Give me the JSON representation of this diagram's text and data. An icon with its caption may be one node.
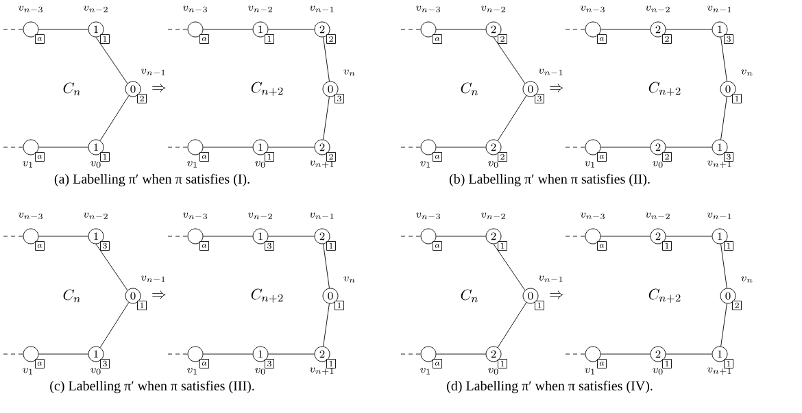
{
  "diagram": {
    "nodes": [
      {
        "text": [],
        "shape": "circle",
        "beside": [
          "v_{n-3}"
        ]
      },
      {
        "text": [
          "a"
        ]
      },
      {
        "text": [
          "1"
        ],
        "beside": [
          "v_{n-2}"
        ]
      },
      {
        "text": [
          "1"
        ]
      },
      {
        "text": [
          "0"
        ],
        "beside": [
          "v_{n-1}"
        ]
      },
      {
        "text": [
          "2"
        ]
      },
      {
        "text": [],
        "shape": "circle",
        "beside": [
          "v_1"
        ]
      },
      {
        "text": [
          "a"
        ]
      },
      {
        "text": [
          "1"
        ],
        "beside": [
          "v_0"
        ]
      },
      {
        "text": [
          "1"
        ]
      },
      {
        "text": [],
        "shape": "circle",
        "beside": [
          "v_{n-3}"
        ]
      },
      {
        "text": [
          "a"
        ]
      },
      {
        "text": [
          "1"
        ],
        "beside": [
          "v_{n-2}"
        ]
      },
      {
        "text": [
          "1"
        ]
      },
      {
        "text": [
          "2"
        ],
        "beside": [
          "v_{n-1}"
        ]
      },
      {
        "text": [
          "2"
        ]
      },
      {
        "text": [
          "0"
        ],
        "beside": [
          "v_n"
        ]
      },
      {
        "text": [
          "3"
        ]
      },
      {
        "text": [],
        "shape": "circle",
        "beside": [
          "v_1"
        ]
      },
      {
        "text": [
          "a"
        ]
      },
      {
        "text": [
          "1"
        ],
        "beside": [
          "v_0"
        ]
      },
      {
        "text": [
          "1"
        ]
      },
      {
        "text": [
          "2"
        ],
        "beside": [
          "v_{n+1}"
        ]
      },
      {
        "text": [
          "2"
        ]
      },
      {
        "text": [],
        "shape": "circle",
        "beside": [
          "v_{n-3}"
        ]
      },
      {
        "text": [
          "a"
        ]
      },
      {
        "text": [
          "2"
        ],
        "beside": [
          "v_{n-2}"
        ]
      },
      {
        "text": [
          "2"
        ]
      },
      {
        "text": [
          "0"
        ],
        "beside": [
          "v_{n-1}"
        ]
      },
      {
        "text": [
          "3"
        ]
      },
      {
        "text": [],
        "shape": "circle",
        "beside": [
          "v_1"
        ]
      },
      {
        "text": [
          "a"
        ]
      },
      {
        "text": [
          "2"
        ],
        "beside": [
          "v_0"
        ]
      },
      {
        "text": [
          "2"
        ]
      },
      {
        "text": [],
        "shape": "circle",
        "beside": [
          "v_{n-3}"
        ]
      },
      {
        "text": [
          "a"
        ]
      },
      {
        "text": [
          "2"
        ],
        "beside": [
          "v_{n-2}"
        ]
      },
      {
        "text": [
          "2"
        ]
      },
      {
        "text": [
          "1"
        ],
        "beside": [
          "v_{n-1}"
        ]
      },
      {
        "text": [
          "3"
        ]
      },
      {
        "text": [
          "0"
        ],
        "beside": [
          "v_n"
        ]
      },
      {
        "text": [
          "1"
        ]
      },
      {
        "text": [],
        "shape": "circle",
        "beside": [
          "v_1"
        ]
      },
      {
        "text": [
          "a"
        ]
      },
      {
        "text": [
          "2"
        ],
        "beside": [
          "v_0"
        ]
      },
      {
        "text": [
          "2"
        ]
      },
      {
        "text": [
          "1"
        ],
        "beside": [
          "v_{n+1}"
        ]
      },
      {
        "text": [
          "3"
        ]
      },
      {
        "text": [],
        "shape": "circle",
        "beside": [
          "v_{n-3}"
        ]
      },
      {
        "text": [
          "a"
        ]
      },
      {
        "text": [
          "1"
        ],
        "beside": [
          "v_{n-2}"
        ]
      },
      {
        "text": [
          "3"
        ]
      },
      {
        "text": [
          "0"
        ],
        "beside": [
          "v_{n-1}"
        ]
      },
      {
        "text": [
          "1"
        ]
      },
      {
        "text": [],
        "shape": "circle",
        "beside": [
          "v_1"
        ]
      },
      {
        "text": [
          "a"
        ]
      },
      {
        "text": [
          "1"
        ],
        "beside": [
          "v_0"
        ]
      },
      {
        "text": [
          "3"
        ]
      },
      {
        "text": [],
        "shape": "circle",
        "beside": [
          "v_{n-3}"
        ]
      },
      {
        "text": [
          "a"
        ]
      },
      {
        "text": [
          "1"
        ],
        "beside": [
          "v_{n-2}"
        ]
      },
      {
        "text": [
          "3"
        ]
      },
      {
        "text": [
          "2"
        ],
        "beside": [
          "v_{n-1}"
        ]
      },
      {
        "text": [
          "1"
        ]
      },
      {
        "text": [
          "0"
        ],
        "beside": [
          "v_n"
        ]
      },
      {
        "text": [
          "1"
        ]
      },
      {
        "text": [],
        "shape": "circle",
        "beside": [
          "v_1"
        ]
      },
      {
        "text": [
          "a"
        ]
      },
      {
        "text": [
          "1"
        ],
        "beside": [
          "v_0"
        ]
      },
      {
        "text": [
          "3"
        ]
      },
      {
        "text": [
          "2"
        ],
        "beside": [
          "v_{n+1}"
        ]
      },
      {
        "text": [
          "1"
        ]
      },
      {
        "text": [],
        "shape": "circle",
        "beside": [
          "v_{n-3}"
        ]
      },
      {
        "text": [
          "a"
        ]
      },
      {
        "text": [
          "2"
        ],
        "beside": [
          "v_{n-2}"
        ]
      },
      {
        "text": [
          "1"
        ]
      },
      {
        "text": [
          "0"
        ],
        "beside": [
          "v_{n-1}"
        ]
      },
      {
        "text": [
          "1"
        ]
      },
      {
        "text": [],
        "shape": "circle",
        "beside": [
          "v_1"
        ]
      },
      {
        "text": [
          "a"
        ]
      },
      {
        "text": [
          "2"
        ],
        "beside": [
          "v_0"
        ]
      },
      {
        "text": [
          "1"
        ]
      },
      {
        "text": [],
        "shape": "circle",
        "beside": [
          "v_{n-3}"
        ]
      },
      {
        "text": [
          "a"
        ]
      },
      {
        "text": [
          "2"
        ],
        "beside": [
          "v_{n-2}"
        ]
      },
      {
        "text": [
          "1"
        ]
      },
      {
        "text": [
          "1"
        ],
        "beside": [
          "v_{n-1}"
        ]
      },
      {
        "text": [
          "1"
        ]
      },
      {
        "text": [
          "0"
        ],
        "beside": [
          "v_n"
        ]
      },
      {
        "text": [
          "2"
        ]
      },
      {
        "text": [],
        "shape": "circle",
        "beside": [
          "v_1"
        ]
      },
      {
        "text": [
          "a"
        ]
      },
      {
        "text": [
          "2"
        ],
        "beside": [
          "v_0"
        ]
      },
      {
        "text": [
          "1"
        ]
      },
      {
        "text": [
          "1"
        ],
        "beside": [
          "v_{n+1}"
        ]
      },
      {
        "text": [
          "1"
        ]
      }
    ],
    "edges": [
      {
        "from": null,
        "to": 0,
        "arrow": "none",
        "style": "dashed"
      },
      {
        "from": 0,
        "to": 2,
        "arrow": "none"
      },
      {
        "from": 2,
        "to": 4,
        "arrow": "none"
      },
      {
        "from": 4,
        "to": 8,
        "arrow": "none"
      },
      {
        "from": 8,
        "to": 6,
        "arrow": "none"
      },
      {
        "from": null,
        "to": 6,
        "arrow": "none",
        "style": "dashed"
      },
      {
        "from": null,
        "to": 10,
        "arrow": "none",
        "style": "dashed"
      },
      {
        "from": 10,
        "to": 12,
        "arrow": "none"
      },
      {
        "from": 12,
        "to": 14,
        "arrow": "none"
      },
      {
        "from": 14,
        "to": 16,
        "arrow": "none"
      },
      {
        "from": 16,
        "to": 22,
        "arrow": "none"
      },
      {
        "from": 22,
        "to": 20,
        "arrow": "none"
      },
      {
        "from": 20,
        "to": 18,
        "arrow": "none"
      },
      {
        "from": null,
        "to": 18,
        "arrow": "none",
        "style": "dashed"
      },
      {
        "from": null,
        "to": 24,
        "arrow": "none",
        "style": "dashed"
      },
      {
        "from": 24,
        "to": 26,
        "arrow": "none"
      },
      {
        "from": 26,
        "to": 28,
        "arrow": "none"
      },
      {
        "from": 28,
        "to": 32,
        "arrow": "none"
      },
      {
        "from": 32,
        "to": 30,
        "arrow": "none"
      },
      {
        "from": null,
        "to": 30,
        "arrow": "none",
        "style": "dashed"
      },
      {
        "from": null,
        "to": 34,
        "arrow": "none",
        "style": "dashed"
      },
      {
        "from": 34,
        "to": 36,
        "arrow": "none"
      },
      {
        "from": 36,
        "to": 38,
        "arrow": "none"
      },
      {
        "from": 38,
        "to": 40,
        "arrow": "none"
      },
      {
        "from": 40,
        "to": 46,
        "arrow": "none"
      },
      {
        "from": 46,
        "to": 44,
        "arrow": "none"
      },
      {
        "from": 44,
        "to": 42,
        "arrow": "none"
      },
      {
        "from": null,
        "to": 42,
        "arrow": "none",
        "style": "dashed"
      },
      {
        "from": null,
        "to": 48,
        "arrow": "none",
        "style": "dashed"
      },
      {
        "from": 48,
        "to": 50,
        "arrow": "none"
      },
      {
        "from": 50,
        "to": 52,
        "arrow": "none"
      },
      {
        "from": 52,
        "to": 56,
        "arrow": "none"
      },
      {
        "from": 56,
        "to": 54,
        "arrow": "none"
      },
      {
        "from": null,
        "to": 54,
        "arrow": "none",
        "style": "dashed"
      },
      {
        "from": null,
        "to": 58,
        "arrow": "none",
        "style": "dashed"
      },
      {
        "from": 58,
        "to": 60,
        "arrow": "none"
      },
      {
        "from": 60,
        "to": 62,
        "arrow": "none"
      },
      {
        "from": 62,
        "to": 64,
        "arrow": "none"
      },
      {
        "from": 64,
        "to": 70,
        "arrow": "none"
      },
      {
        "from": 70,
        "to": 68,
        "arrow": "none"
      },
      {
        "from": 68,
        "to": 66,
        "arrow": "none"
      },
      {
        "from": null,
        "to": 66,
        "arrow": "none",
        "style": "dashed"
      },
      {
        "from": null,
        "to": 72,
        "arrow": "none",
        "style": "dashed"
      },
      {
        "from": 72,
        "to": 74,
        "arrow": "none"
      },
      {
        "from": 74,
        "to": 76,
        "arrow": "none"
      },
      {
        "from": 76,
        "to": 80,
        "arrow": "none"
      },
      {
        "from": 80,
        "to": 78,
        "arrow": "none"
      },
      {
        "from": null,
        "to": 78,
        "arrow": "none",
        "style": "dashed"
      },
      {
        "from": null,
        "to": 82,
        "arrow": "none",
        "style": "dashed"
      },
      {
        "from": 82,
        "to": 84,
        "arrow": "none"
      },
      {
        "from": 84,
        "to": 86,
        "arrow": "none"
      },
      {
        "from": 86,
        "to": 88,
        "arrow": "none"
      },
      {
        "from": 88,
        "to": 94,
        "arrow": "none"
      },
      {
        "from": 94,
        "to": 92,
        "arrow": "none"
      },
      {
        "from": 92,
        "to": 90,
        "arrow": "none"
      },
      {
        "from": null,
        "to": 90,
        "arrow": "none",
        "style": "dashed"
      }
    ],
    "labels": [
      "C_n",
      "\\Rightarrow",
      "C_{n+2}",
      "(a) Labelling π′ when π satisfies (I).",
      "C_n",
      "\\Rightarrow",
      "C_{n+2}",
      "(b) Labelling π′ when π satisfies (II).",
      "C_n",
      "\\Rightarrow",
      "C_{n+2}",
      "(c) Labelling π′ when π satisfies (III).",
      "C_n",
      "\\Rightarrow",
      "C_{n+2}",
      "(d) Labelling π′ when π satisfies (IV)."
    ]
  }
}
